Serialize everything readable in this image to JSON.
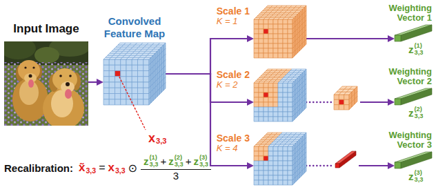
{
  "diagram": {
    "nodes": [
      {
        "text": [
          "Input Image"
        ]
      },
      {
        "text": [
          "Convolved Feature Map"
        ]
      },
      {
        "text": [
          "Scale 1",
          "K = 1"
        ]
      },
      {
        "text": [
          "Scale 2",
          "K = 2"
        ]
      },
      {
        "text": [
          "Scale 3",
          "K = 4"
        ]
      },
      {
        "text": [
          "Weighting Vector 1"
        ]
      },
      {
        "text": [
          "Weighting Vector 2"
        ]
      },
      {
        "text": [
          "Weighting Vector 3"
        ]
      }
    ],
    "edges": [
      {
        "from": 0,
        "to": 1,
        "arrow": "to"
      },
      {
        "from": 1,
        "to": 2,
        "arrow": "to"
      },
      {
        "from": 1,
        "to": 3,
        "arrow": "to"
      },
      {
        "from": 1,
        "to": 4,
        "arrow": "to"
      },
      {
        "from": 2,
        "to": 5,
        "arrow": "to"
      },
      {
        "from": 3,
        "to": 6,
        "arrow": "to"
      },
      {
        "from": 4,
        "to": 7,
        "arrow": "to"
      }
    ],
    "labels": [
      "x",
      "3,3",
      "Recalibration:",
      "x̃",
      "3,3",
      "=",
      "x",
      "3,3",
      "⊙",
      "z",
      "(1)",
      "3,3",
      "+",
      "z",
      "(2)",
      "3,3",
      "+",
      "z",
      "(3)",
      "3,3",
      "3",
      "z",
      "(1)",
      "3,3",
      "z",
      "(2)",
      "3,3",
      "z",
      "(3)",
      "3,3"
    ]
  }
}
